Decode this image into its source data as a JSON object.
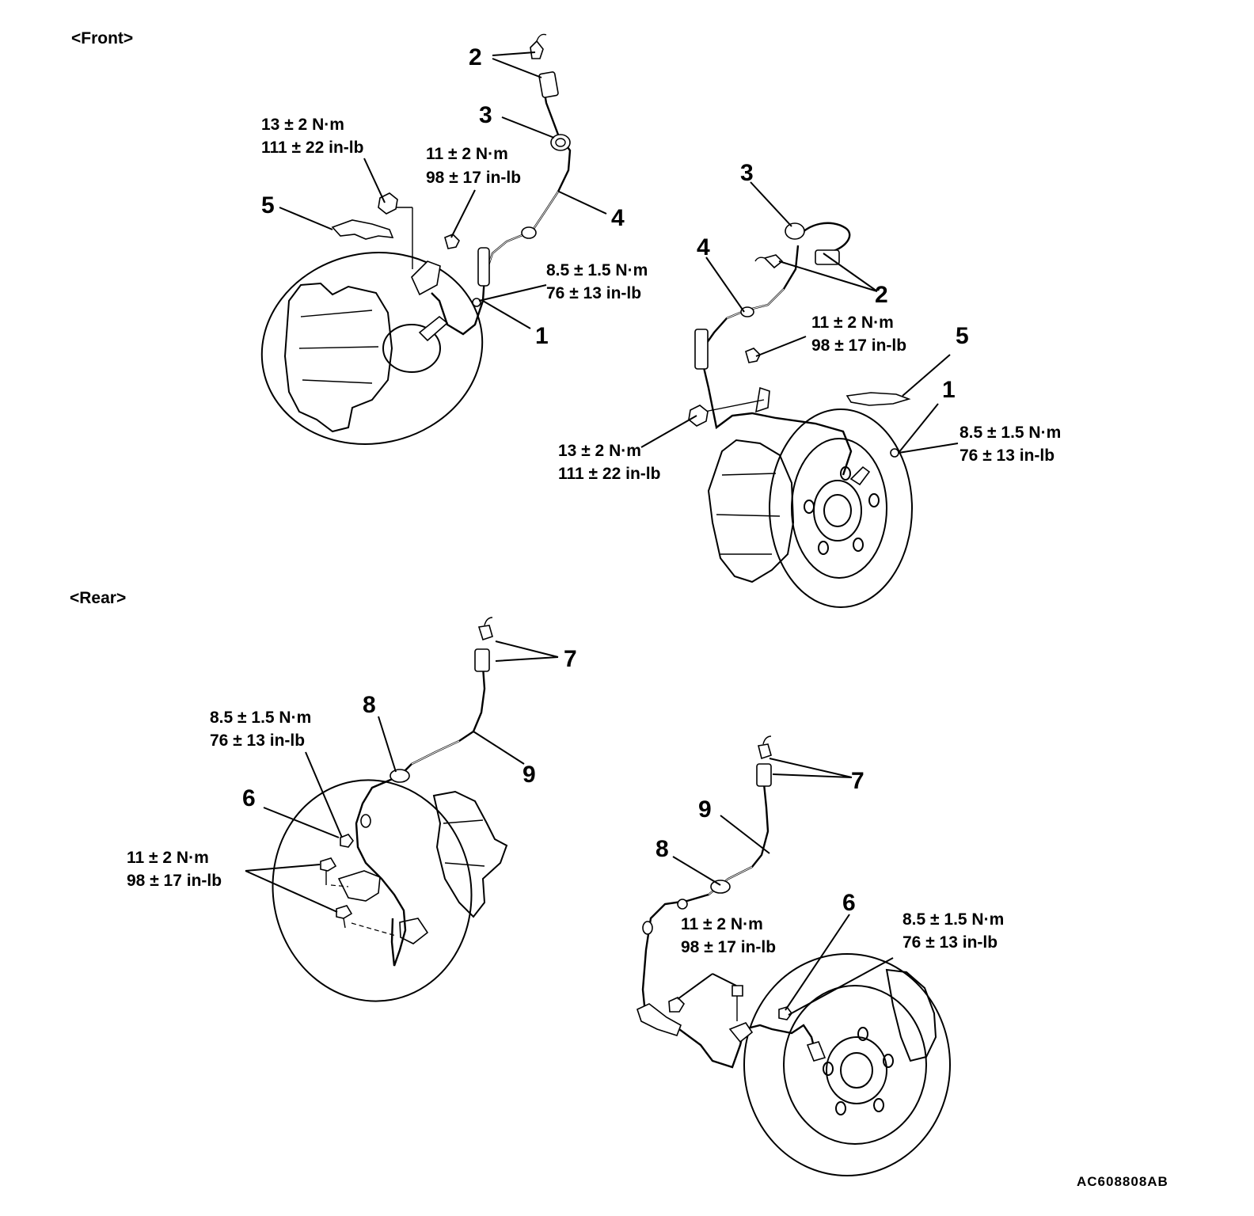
{
  "sections": {
    "front_label": "<Front>",
    "rear_label": "<Rear>"
  },
  "front_left": {
    "callouts": {
      "n1": "1",
      "n2": "2",
      "n3": "3",
      "n4": "4",
      "n5": "5"
    },
    "torque_a": {
      "metric": "13 ± 2 N·m",
      "imperial": "111 ± 22 in-lb"
    },
    "torque_b": {
      "metric": "11 ± 2 N·m",
      "imperial": "98 ± 17 in-lb"
    },
    "torque_c": {
      "metric": "8.5 ± 1.5 N·m",
      "imperial": "76 ± 13 in-lb"
    }
  },
  "front_right": {
    "callouts": {
      "n1": "1",
      "n2": "2",
      "n3": "3",
      "n4": "4",
      "n5": "5"
    },
    "torque_a": {
      "metric": "11 ± 2 N·m",
      "imperial": "98 ± 17 in-lb"
    },
    "torque_b": {
      "metric": "13 ± 2 N·m",
      "imperial": "111 ± 22 in-lb"
    },
    "torque_c": {
      "metric": "8.5 ± 1.5 N·m",
      "imperial": "76 ± 13 in-lb"
    }
  },
  "rear_left": {
    "callouts": {
      "n6": "6",
      "n7": "7",
      "n8": "8",
      "n9": "9"
    },
    "torque_a": {
      "metric": "8.5 ± 1.5 N·m",
      "imperial": "76 ± 13 in-lb"
    },
    "torque_b": {
      "metric": "11 ± 2 N·m",
      "imperial": "98 ± 17 in-lb"
    }
  },
  "rear_right": {
    "callouts": {
      "n6": "6",
      "n7": "7",
      "n8": "8",
      "n9": "9"
    },
    "torque_a": {
      "metric": "11 ± 2 N·m",
      "imperial": "98 ± 17 in-lb"
    },
    "torque_b": {
      "metric": "8.5 ± 1.5 N·m",
      "imperial": "76 ± 13 in-lb"
    }
  },
  "figure_code": "AC608808AB"
}
